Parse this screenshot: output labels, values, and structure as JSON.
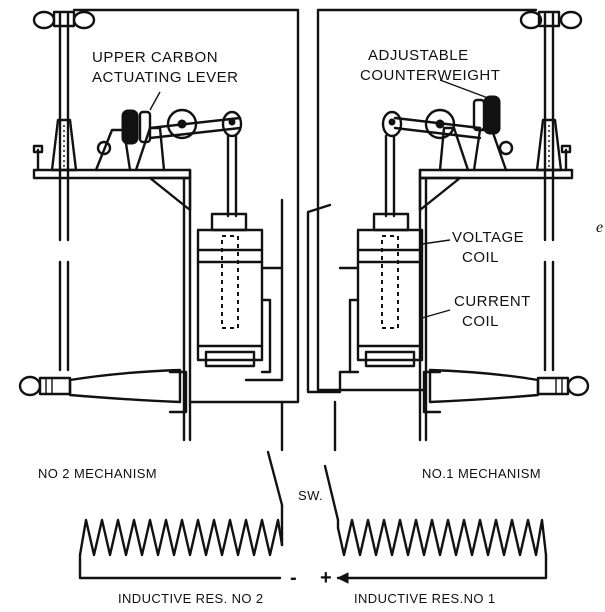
{
  "labels": {
    "upper_carbon_line1": "UPPER CARBON",
    "upper_carbon_line2": "ACTUATING LEVER",
    "adjustable_line1": "ADJUSTABLE",
    "adjustable_line2": "COUNTERWEIGHT",
    "voltage_line1": "VOLTAGE",
    "voltage_line2": "COIL",
    "current_line1": "CURRENT",
    "current_line2": "COIL",
    "mechanism_2": "NO 2 MECHANISM",
    "mechanism_1": "NO.1 MECHANISM",
    "switch": "SW.",
    "minus": "-",
    "plus": "+",
    "inductive_res_2": "INDUCTIVE RES. NO 2",
    "inductive_res_1": "INDUCTIVE RES.NO 1",
    "edge_fragment": "e"
  }
}
